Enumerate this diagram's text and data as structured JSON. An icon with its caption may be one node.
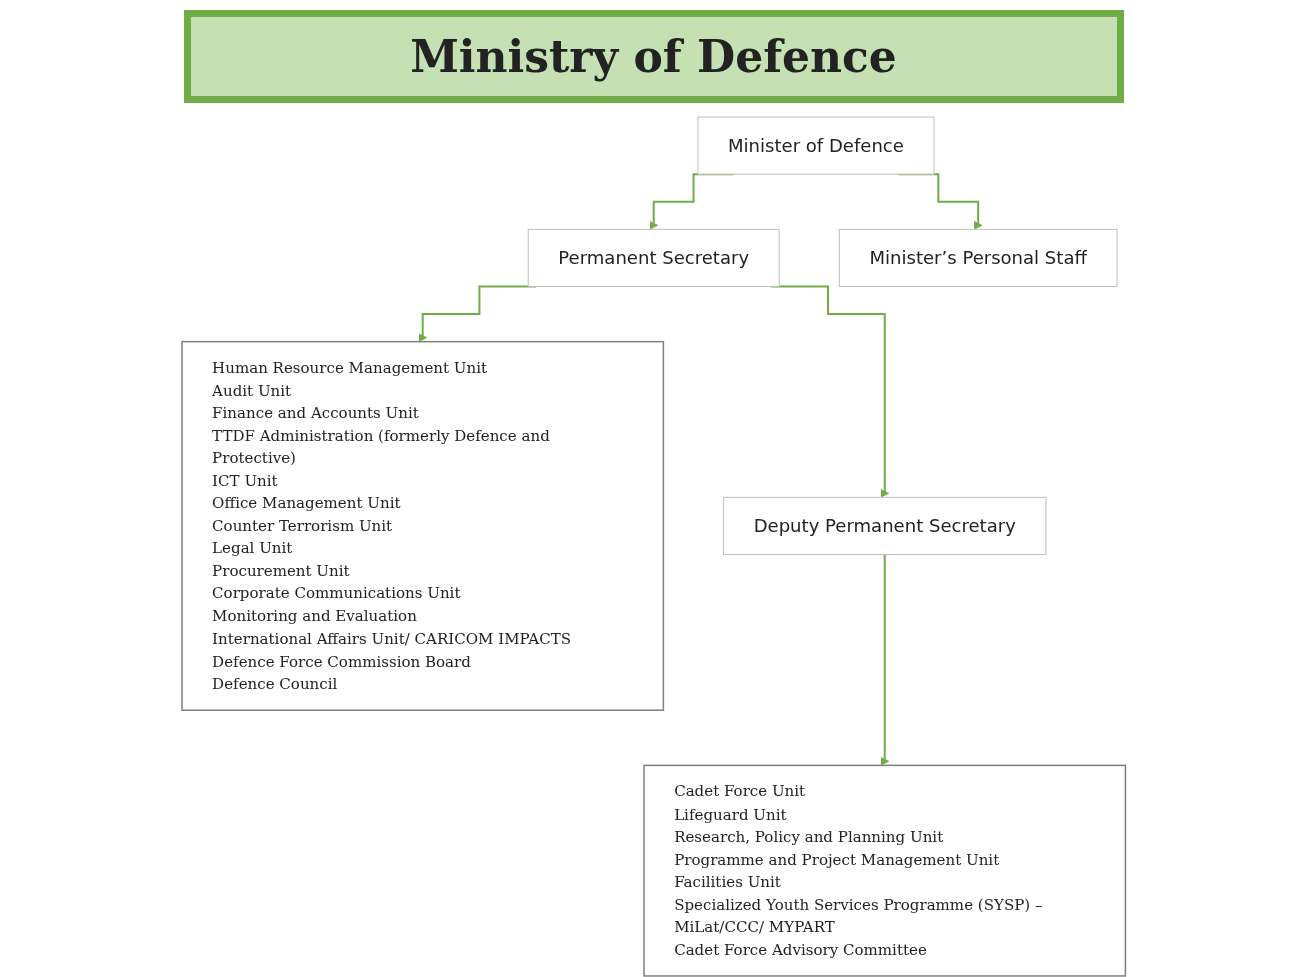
{
  "diagram": {
    "title": "Ministry of Defence",
    "nodes": [
      {
        "text": [
          "Minister of Defence"
        ]
      },
      {
        "text": [
          "Permanent Secretary"
        ]
      },
      {
        "text": [
          "Minister’s Personal Staff"
        ]
      },
      {
        "text": [
          "Human Resource Management Unit",
          "Audit Unit",
          "Finance and Accounts Unit",
          "TTDF Administration (formerly Defence and Protective)",
          "ICT Unit",
          "Office Management Unit",
          "Counter Terrorism Unit",
          "Legal Unit",
          "Procurement Unit",
          "Corporate Communications Unit",
          "Monitoring and Evaluation",
          "International Affairs Unit/ CARICOM IMPACTS",
          "Defence Force Commission Board",
          "Defence Council"
        ]
      },
      {
        "text": [
          "Deputy Permanent Secretary"
        ]
      },
      {
        "text": [
          "Cadet Force Unit",
          "Lifeguard Unit",
          "Research, Policy and Planning Unit",
          "Programme and Project Management Unit",
          "Facilities Unit",
          "Specialized Youth Services Programme (SYSP) – MiLat/CCC/ MYPART",
          "Cadet Force Advisory Committee"
        ]
      }
    ],
    "edges": [
      {
        "from": 0,
        "to": 1,
        "arrow": "to"
      },
      {
        "from": 0,
        "to": 2,
        "arrow": "to"
      },
      {
        "from": 1,
        "to": 3,
        "arrow": "to"
      },
      {
        "from": 1,
        "to": 4,
        "arrow": "to"
      },
      {
        "from": 4,
        "to": 5,
        "arrow": "to"
      }
    ]
  }
}
